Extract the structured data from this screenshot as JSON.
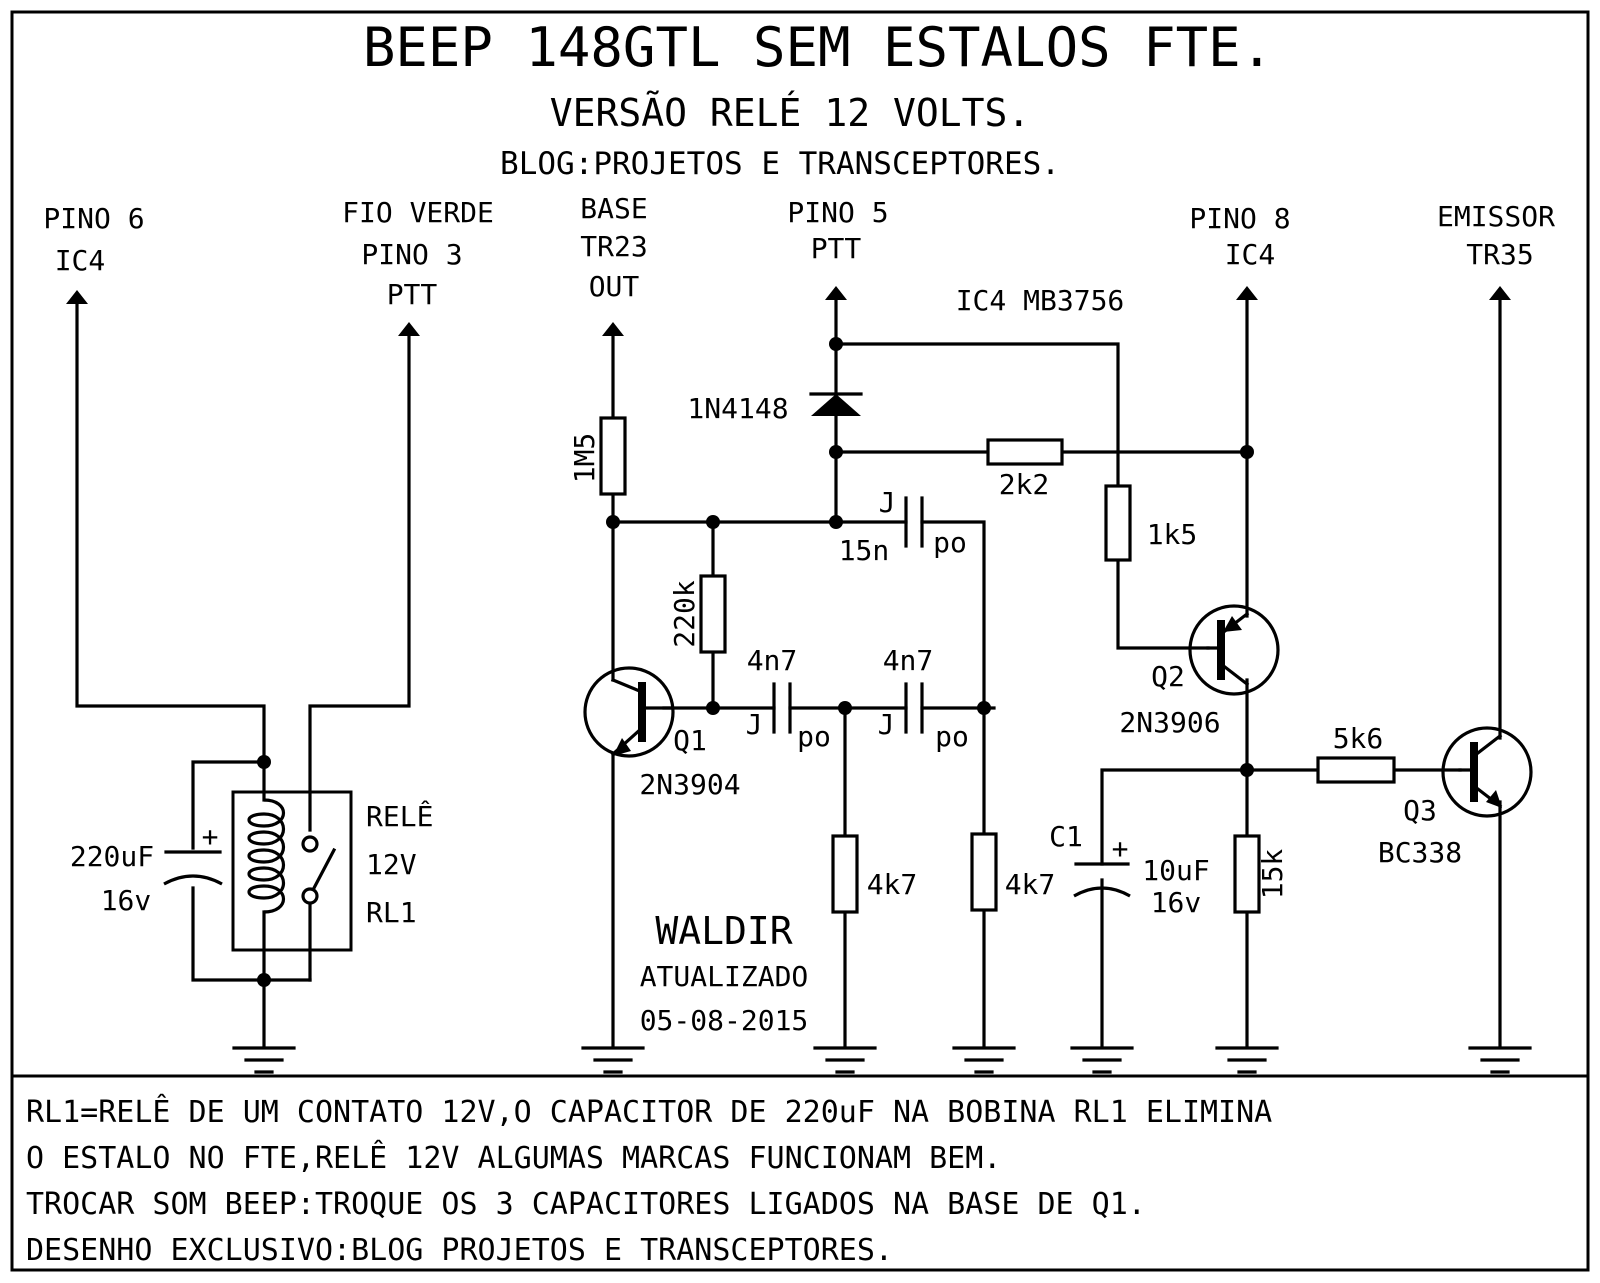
{
  "title": {
    "line1": "BEEP 148GTL SEM ESTALOS FTE.",
    "line2": "VERSÃO RELÉ 12 VOLTS.",
    "line3": "BLOG:PROJETOS E TRANSCEPTORES."
  },
  "terminals": {
    "pino6": [
      "PINO 6",
      "IC4"
    ],
    "fio_verde": [
      "FIO VERDE",
      "PINO 3",
      "PTT"
    ],
    "base_tr23": [
      "BASE",
      "TR23",
      "OUT"
    ],
    "pino5": [
      "PINO 5",
      "PTT"
    ],
    "pino8": [
      "PINO 8",
      "IC4"
    ],
    "emissor": [
      "EMISSOR",
      "TR35"
    ]
  },
  "ic_label": "IC4 MB3756",
  "components": {
    "d1": "1N4148",
    "r_1m5": "1M5",
    "r_2k2": "2k2",
    "r_1k5": "1k5",
    "r_220k": "220k",
    "c_15n": "15n",
    "c_4n7_a": "4n7",
    "c_4n7_b": "4n7",
    "cap_j": "J",
    "cap_po": "po",
    "r_4k7_a": "4k7",
    "r_4k7_b": "4k7",
    "r_5k6": "5k6",
    "r_15k": "15k",
    "q1": [
      "Q1",
      "2N3904"
    ],
    "q2": [
      "Q2",
      "2N3906"
    ],
    "q3": [
      "Q3",
      "BC338"
    ],
    "c1": [
      "C1",
      "10uF",
      "16v"
    ],
    "c_relay": [
      "220uF",
      "16v"
    ],
    "relay": [
      "RELÊ",
      "12V",
      "RL1"
    ],
    "plus": "+"
  },
  "author": {
    "name": "WALDIR",
    "status": "ATUALIZADO",
    "date": "05-08-2015"
  },
  "notes": [
    "RL1=RELÊ DE UM CONTATO 12V,O CAPACITOR DE 220uF NA BOBINA RL1 ELIMINA",
    "O ESTALO NO FTE,RELÊ 12V ALGUMAS MARCAS FUNCIONAM BEM.",
    "TROCAR SOM BEEP:TROQUE OS 3 CAPACITORES LIGADOS NA BASE DE Q1.",
    "DESENHO EXCLUSIVO:BLOG PROJETOS E TRANSCEPTORES."
  ]
}
